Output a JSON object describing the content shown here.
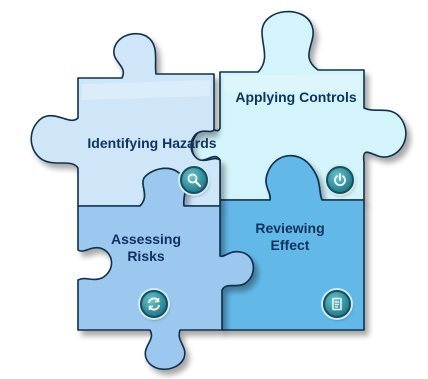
{
  "pieces": [
    {
      "id": "identifying",
      "label_lines": [
        "Identifying Hazards"
      ],
      "icon": "magnifier-icon",
      "color": "#cfe6f8"
    },
    {
      "id": "applying",
      "label_lines": [
        "Applying  Controls"
      ],
      "icon": "power-icon",
      "color": "#d4f4fb"
    },
    {
      "id": "assessing",
      "label_lines": [
        "Assessing",
        "Risks"
      ],
      "icon": "refresh-icon",
      "color": "#9cc7ee"
    },
    {
      "id": "reviewing",
      "label_lines": [
        "Reviewing",
        "Effect"
      ],
      "icon": "document-icon",
      "color": "#62b9e8"
    }
  ],
  "colors": {
    "outline": "#10304f",
    "label_text": "#10325e",
    "badge_fill": "#2f8f9f"
  }
}
